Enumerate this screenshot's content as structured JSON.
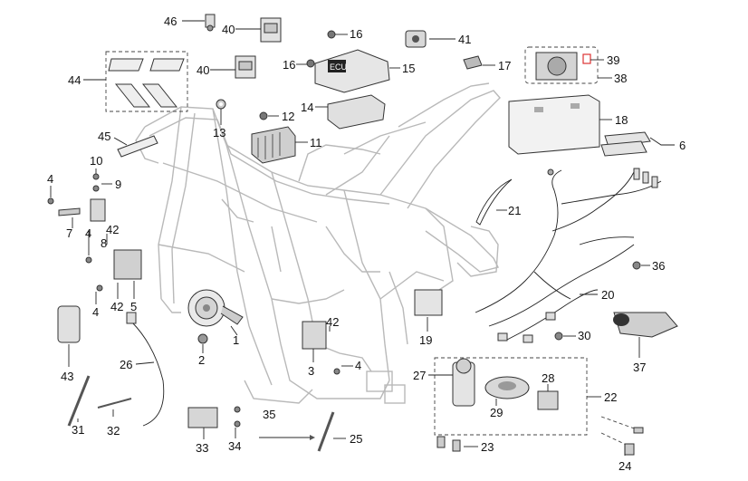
{
  "diagram": {
    "callouts": {
      "c46": "46",
      "c40a": "40",
      "c40b": "40",
      "c16a": "16",
      "c16b": "16",
      "c41": "41",
      "c39": "39",
      "c38": "38",
      "c15": "15",
      "c17": "17",
      "c44": "44",
      "c12": "12",
      "c14": "14",
      "c18": "18",
      "c13": "13",
      "c45": "45",
      "c11": "11",
      "c6": "6",
      "c10": "10",
      "c4a": "4",
      "c9": "9",
      "c21": "21",
      "c7": "7",
      "c4b": "4",
      "c42a": "42",
      "c8": "8",
      "c36": "36",
      "c42b": "42",
      "c5": "5",
      "c4c": "4",
      "c20": "20",
      "c42c": "42",
      "c1": "1",
      "c19": "19",
      "c3": "3",
      "c4d": "4",
      "c30": "30",
      "c2": "2",
      "c43": "43",
      "c26": "26",
      "c37": "37",
      "c27": "27",
      "c28": "28",
      "c22": "22",
      "c29": "29",
      "c35": "35",
      "c25": "25",
      "c31": "31",
      "c32": "32",
      "c33": "33",
      "c34": "34",
      "c23": "23",
      "c24": "24"
    },
    "part_labels": {
      "ecu_label": "ECU"
    }
  }
}
